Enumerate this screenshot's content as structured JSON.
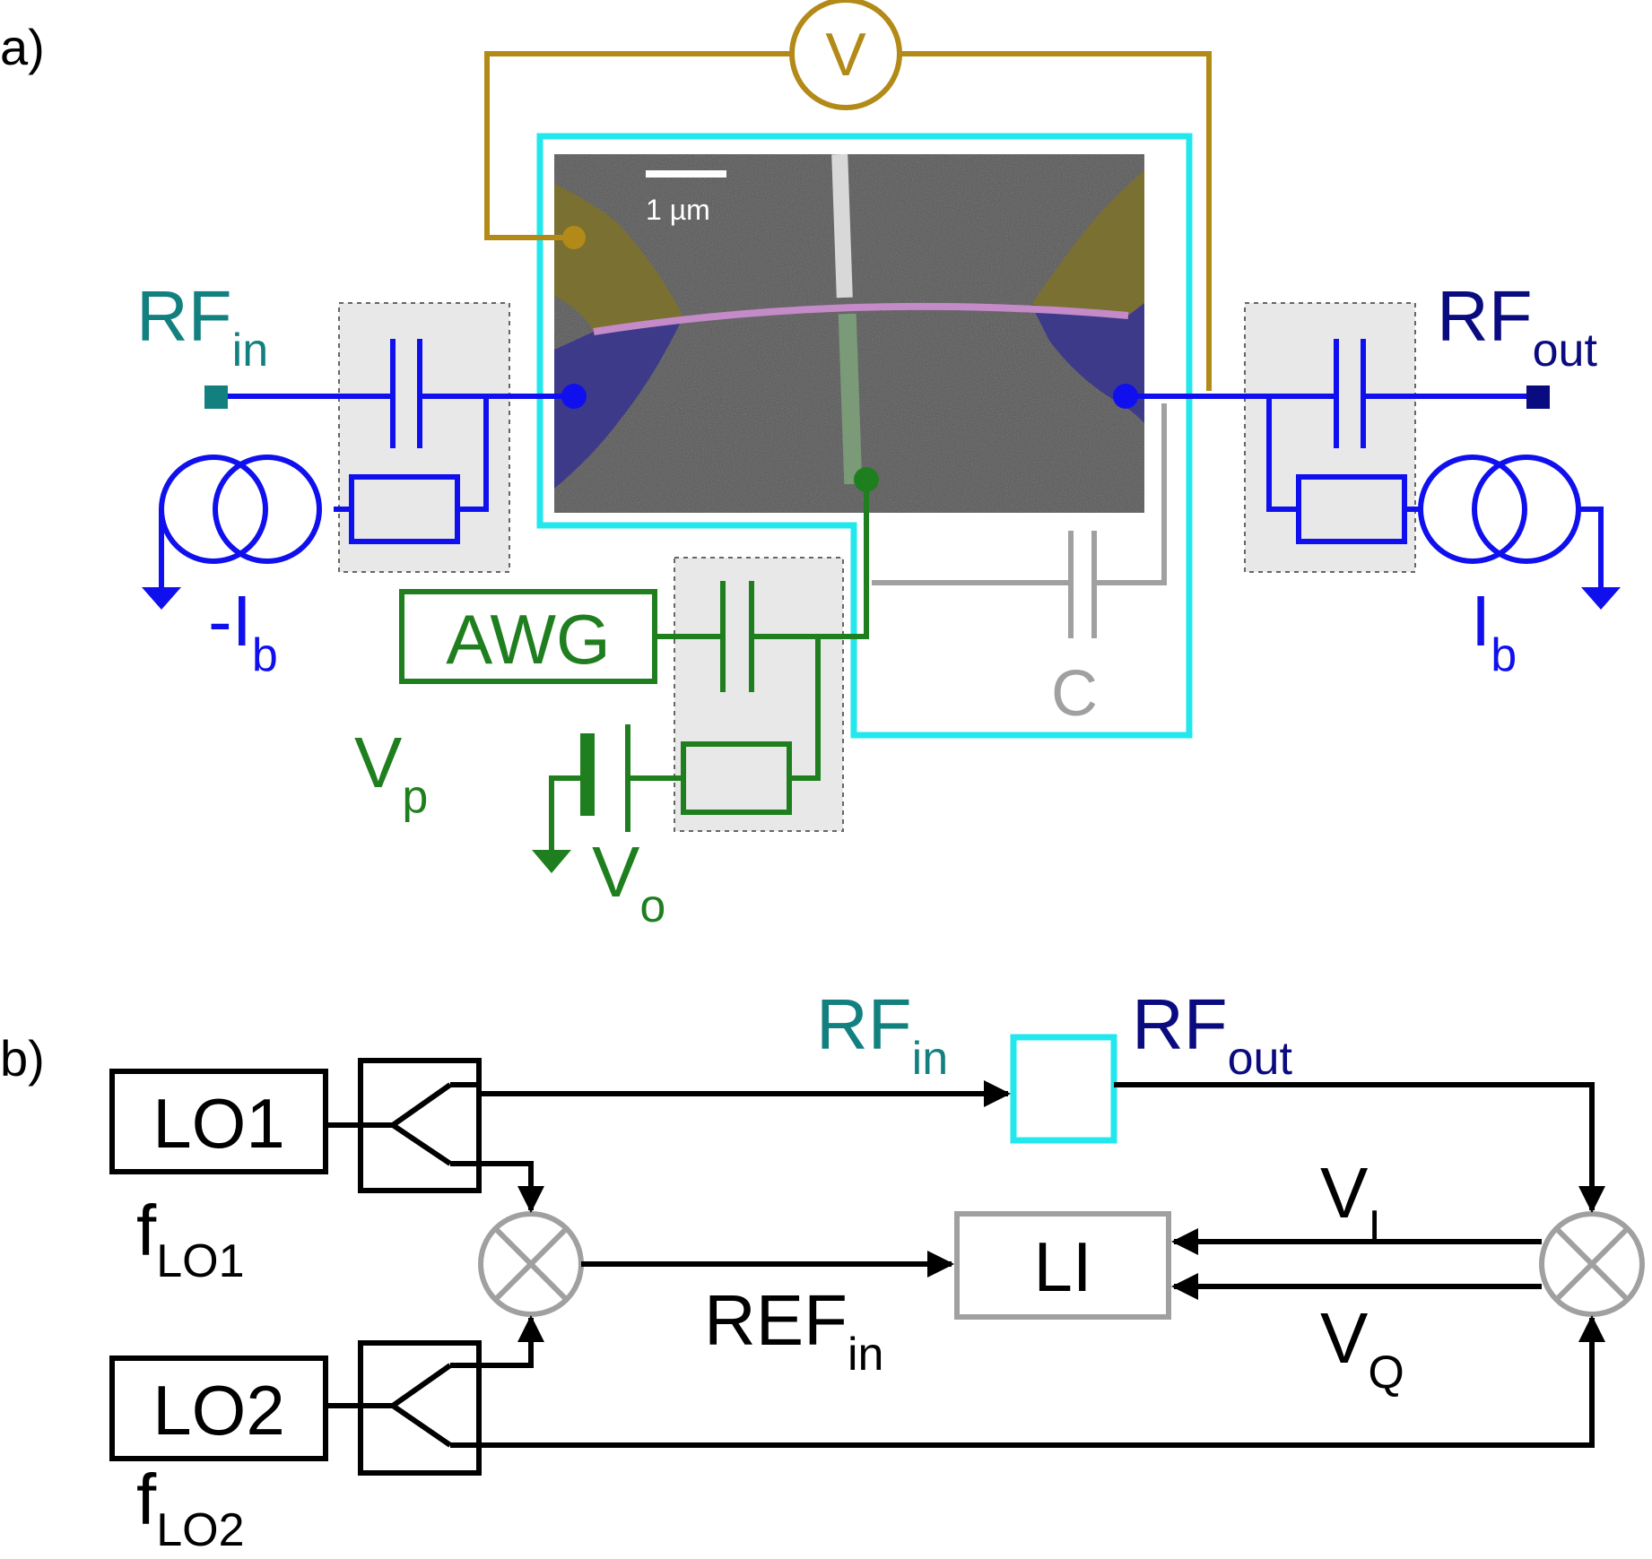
{
  "panel_a": {
    "label": "a)",
    "scale_bar": "1 µm",
    "voltmeter": "V",
    "rf_in": {
      "main": "RF",
      "sub": "in"
    },
    "rf_out": {
      "main": "RF",
      "sub": "out"
    },
    "neg_bias": {
      "main": "-I",
      "sub": "b"
    },
    "pos_bias": {
      "main": "I",
      "sub": "b"
    },
    "awg": "AWG",
    "vp": {
      "main": "V",
      "sub": "p"
    },
    "vo": {
      "main": "V",
      "sub": "o"
    },
    "cap_c": "C"
  },
  "panel_b": {
    "label": "b)",
    "lo1": "LO1",
    "lo2": "LO2",
    "f_lo1": {
      "main": "f",
      "sub": "LO1"
    },
    "f_lo2": {
      "main": "f",
      "sub": "LO2"
    },
    "rf_in": {
      "main": "RF",
      "sub": "in"
    },
    "rf_out": {
      "main": "RF",
      "sub": "out"
    },
    "lock_in": "LI",
    "ref_in": {
      "main": "REF",
      "sub": "in"
    },
    "vi": {
      "main": "V",
      "sub": "I"
    },
    "vq": {
      "main": "V",
      "sub": "Q"
    }
  },
  "colors": {
    "blue": "#1010ee",
    "teal": "#138080",
    "navy": "#0b0b80",
    "green": "#1f7f1f",
    "gold": "#b38a18",
    "cyan": "#22e8ee",
    "gray": "#a0a0a0",
    "black": "#000000"
  }
}
